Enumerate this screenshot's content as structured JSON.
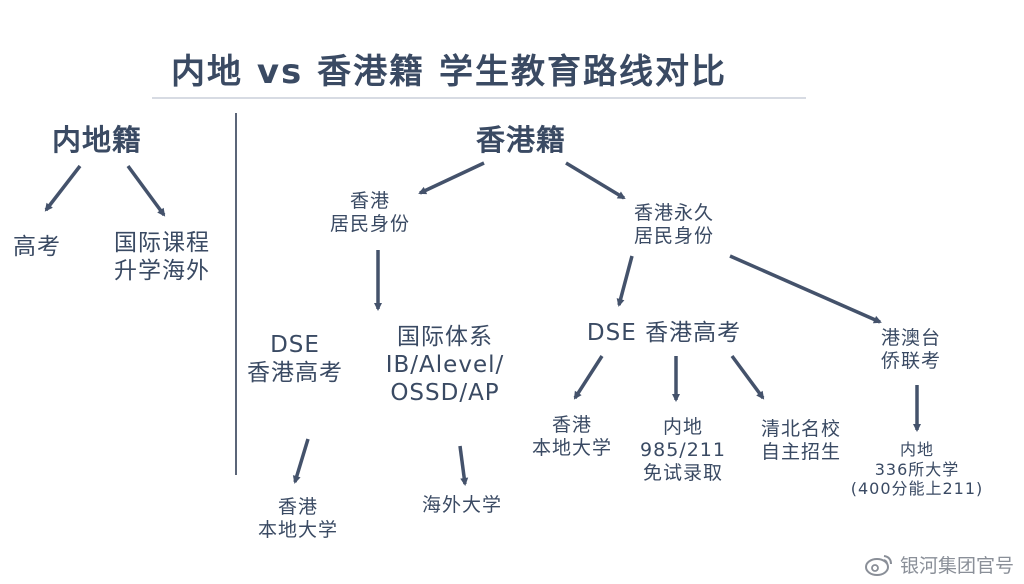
{
  "title": "内地 vs 香港籍  学生教育路线对比",
  "mainland": {
    "root": "内地籍",
    "gaokao": "高考",
    "intl": [
      "国际课程",
      "升学海外"
    ]
  },
  "hk": {
    "root": "香港籍",
    "resident": [
      "香港",
      "居民身份"
    ],
    "permanent": [
      "香港永久",
      "居民身份"
    ],
    "dse_left": [
      "DSE",
      "香港高考"
    ],
    "intl_system": [
      "国际体系",
      "IB/Alevel/",
      "OSSD/AP"
    ],
    "hk_univ_left": [
      "香港",
      "本地大学"
    ],
    "overseas": "海外大学",
    "dse_right": "DSE  香港高考",
    "gangaotai": [
      "港澳台",
      "侨联考"
    ],
    "hk_univ_right": [
      "香港",
      "本地大学"
    ],
    "mainland_985": [
      "内地",
      "985/211",
      "免试录取"
    ],
    "qingbei": [
      "清北名校",
      "自主招生"
    ],
    "mainland_336": [
      "内地",
      "336所大学",
      "(400分能上211)"
    ]
  },
  "watermark": "银河集团官号",
  "colors": {
    "text": "#3a4a63",
    "arrow": "#44526b",
    "divider": "#5b6578",
    "watermark": "#8a8f98"
  }
}
